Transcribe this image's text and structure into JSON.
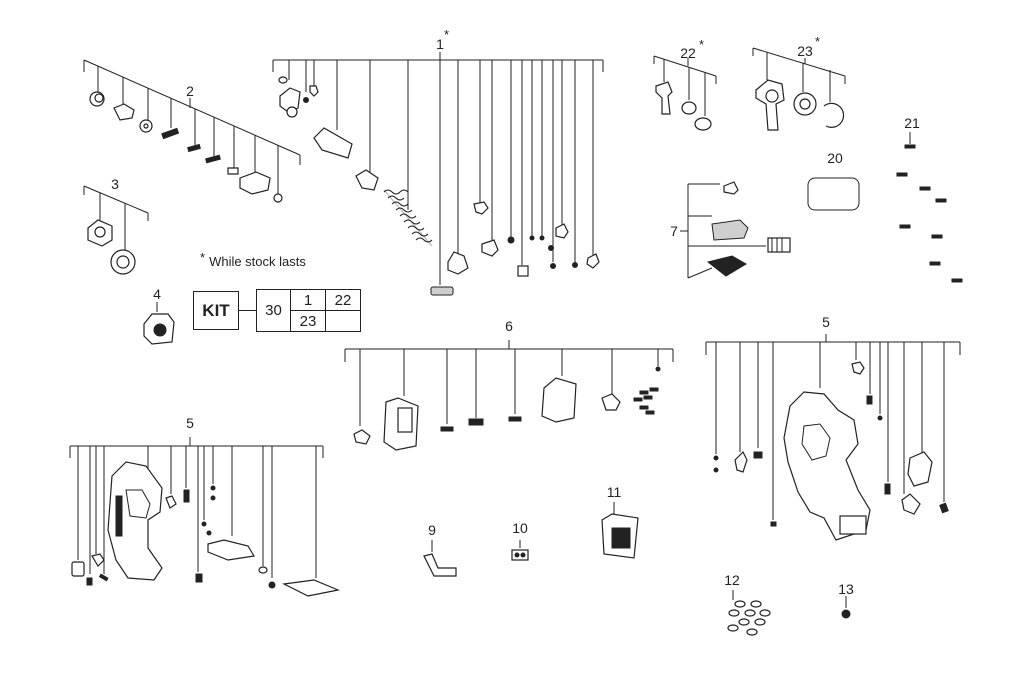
{
  "callouts": {
    "c1": "1",
    "c2": "2",
    "c3": "3",
    "c4": "4",
    "c5a": "5",
    "c5b": "5",
    "c6": "6",
    "c7": "7",
    "c9": "9",
    "c10": "10",
    "c11": "11",
    "c12": "12",
    "c13": "13",
    "c20": "20",
    "c21": "21",
    "c22": "22",
    "c23": "23"
  },
  "star": "*",
  "note": {
    "symbol": "*",
    "text": "While stock lasts"
  },
  "kit": {
    "label": "KIT",
    "number": "30",
    "cells": [
      "1",
      "22",
      "23",
      ""
    ]
  }
}
